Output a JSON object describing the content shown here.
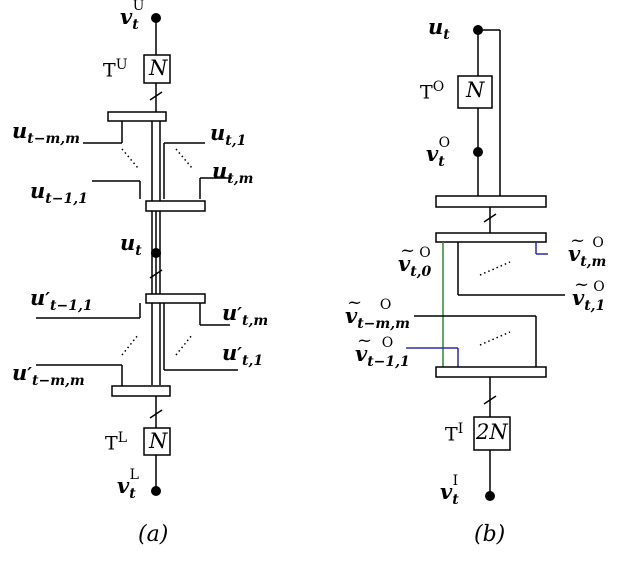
{
  "panel_a": {
    "caption": "(a)",
    "top_output": {
      "symbol": "v",
      "sub": "t",
      "sup": "U"
    },
    "block_top": {
      "transform": "T",
      "transform_sup": "U",
      "box": "N"
    },
    "input_u_t_m_m": {
      "symbol": "u",
      "sub": "t−m,m"
    },
    "input_u_t_1": {
      "symbol": "u",
      "sub": "t,1"
    },
    "input_u_t_1_1": {
      "symbol": "u",
      "sub": "t−1,1"
    },
    "input_u_t_m": {
      "symbol": "u",
      "sub": "t,m"
    },
    "mid_node": {
      "symbol": "u",
      "sub": "t"
    },
    "input_up_t_1_1": {
      "symbol": "u",
      "prime": "′",
      "sub": "t−1,1"
    },
    "input_up_t_m": {
      "symbol": "u",
      "prime": "′",
      "sub": "t,m"
    },
    "input_up_t_m_m": {
      "symbol": "u",
      "prime": "′",
      "sub": "t−m,m"
    },
    "input_up_t_1": {
      "symbol": "u",
      "prime": "′",
      "sub": "t,1"
    },
    "block_bottom": {
      "transform": "T",
      "transform_sup": "L",
      "box": "N"
    },
    "bottom_output": {
      "symbol": "v",
      "sub": "t",
      "sup": "L"
    }
  },
  "panel_b": {
    "caption": "(b)",
    "top_input": {
      "symbol": "u",
      "sub": "t"
    },
    "block_top": {
      "transform": "T",
      "transform_sup": "O",
      "box": "N"
    },
    "mid_node": {
      "symbol": "v",
      "sub": "t",
      "sup": "O"
    },
    "tv_t0": {
      "symbol": "v",
      "sub": "t,0",
      "sup": "O"
    },
    "tv_tm": {
      "symbol": "v",
      "sub": "t,m",
      "sup": "O"
    },
    "tv_t1": {
      "symbol": "v",
      "sub": "t,1",
      "sup": "O"
    },
    "tv_tmm": {
      "symbol": "v",
      "sub": "t−m,m",
      "sup": "O"
    },
    "tv_t11": {
      "symbol": "v",
      "sub": "t−1,1",
      "sup": "O"
    },
    "block_bottom": {
      "transform": "T",
      "transform_sup": "I",
      "box": "2N"
    },
    "bottom_output": {
      "symbol": "v",
      "sub": "t",
      "sup": "I"
    }
  },
  "colors": {
    "line": "#000000",
    "green": "#2e8b2e",
    "blue": "#2b2bb0"
  }
}
